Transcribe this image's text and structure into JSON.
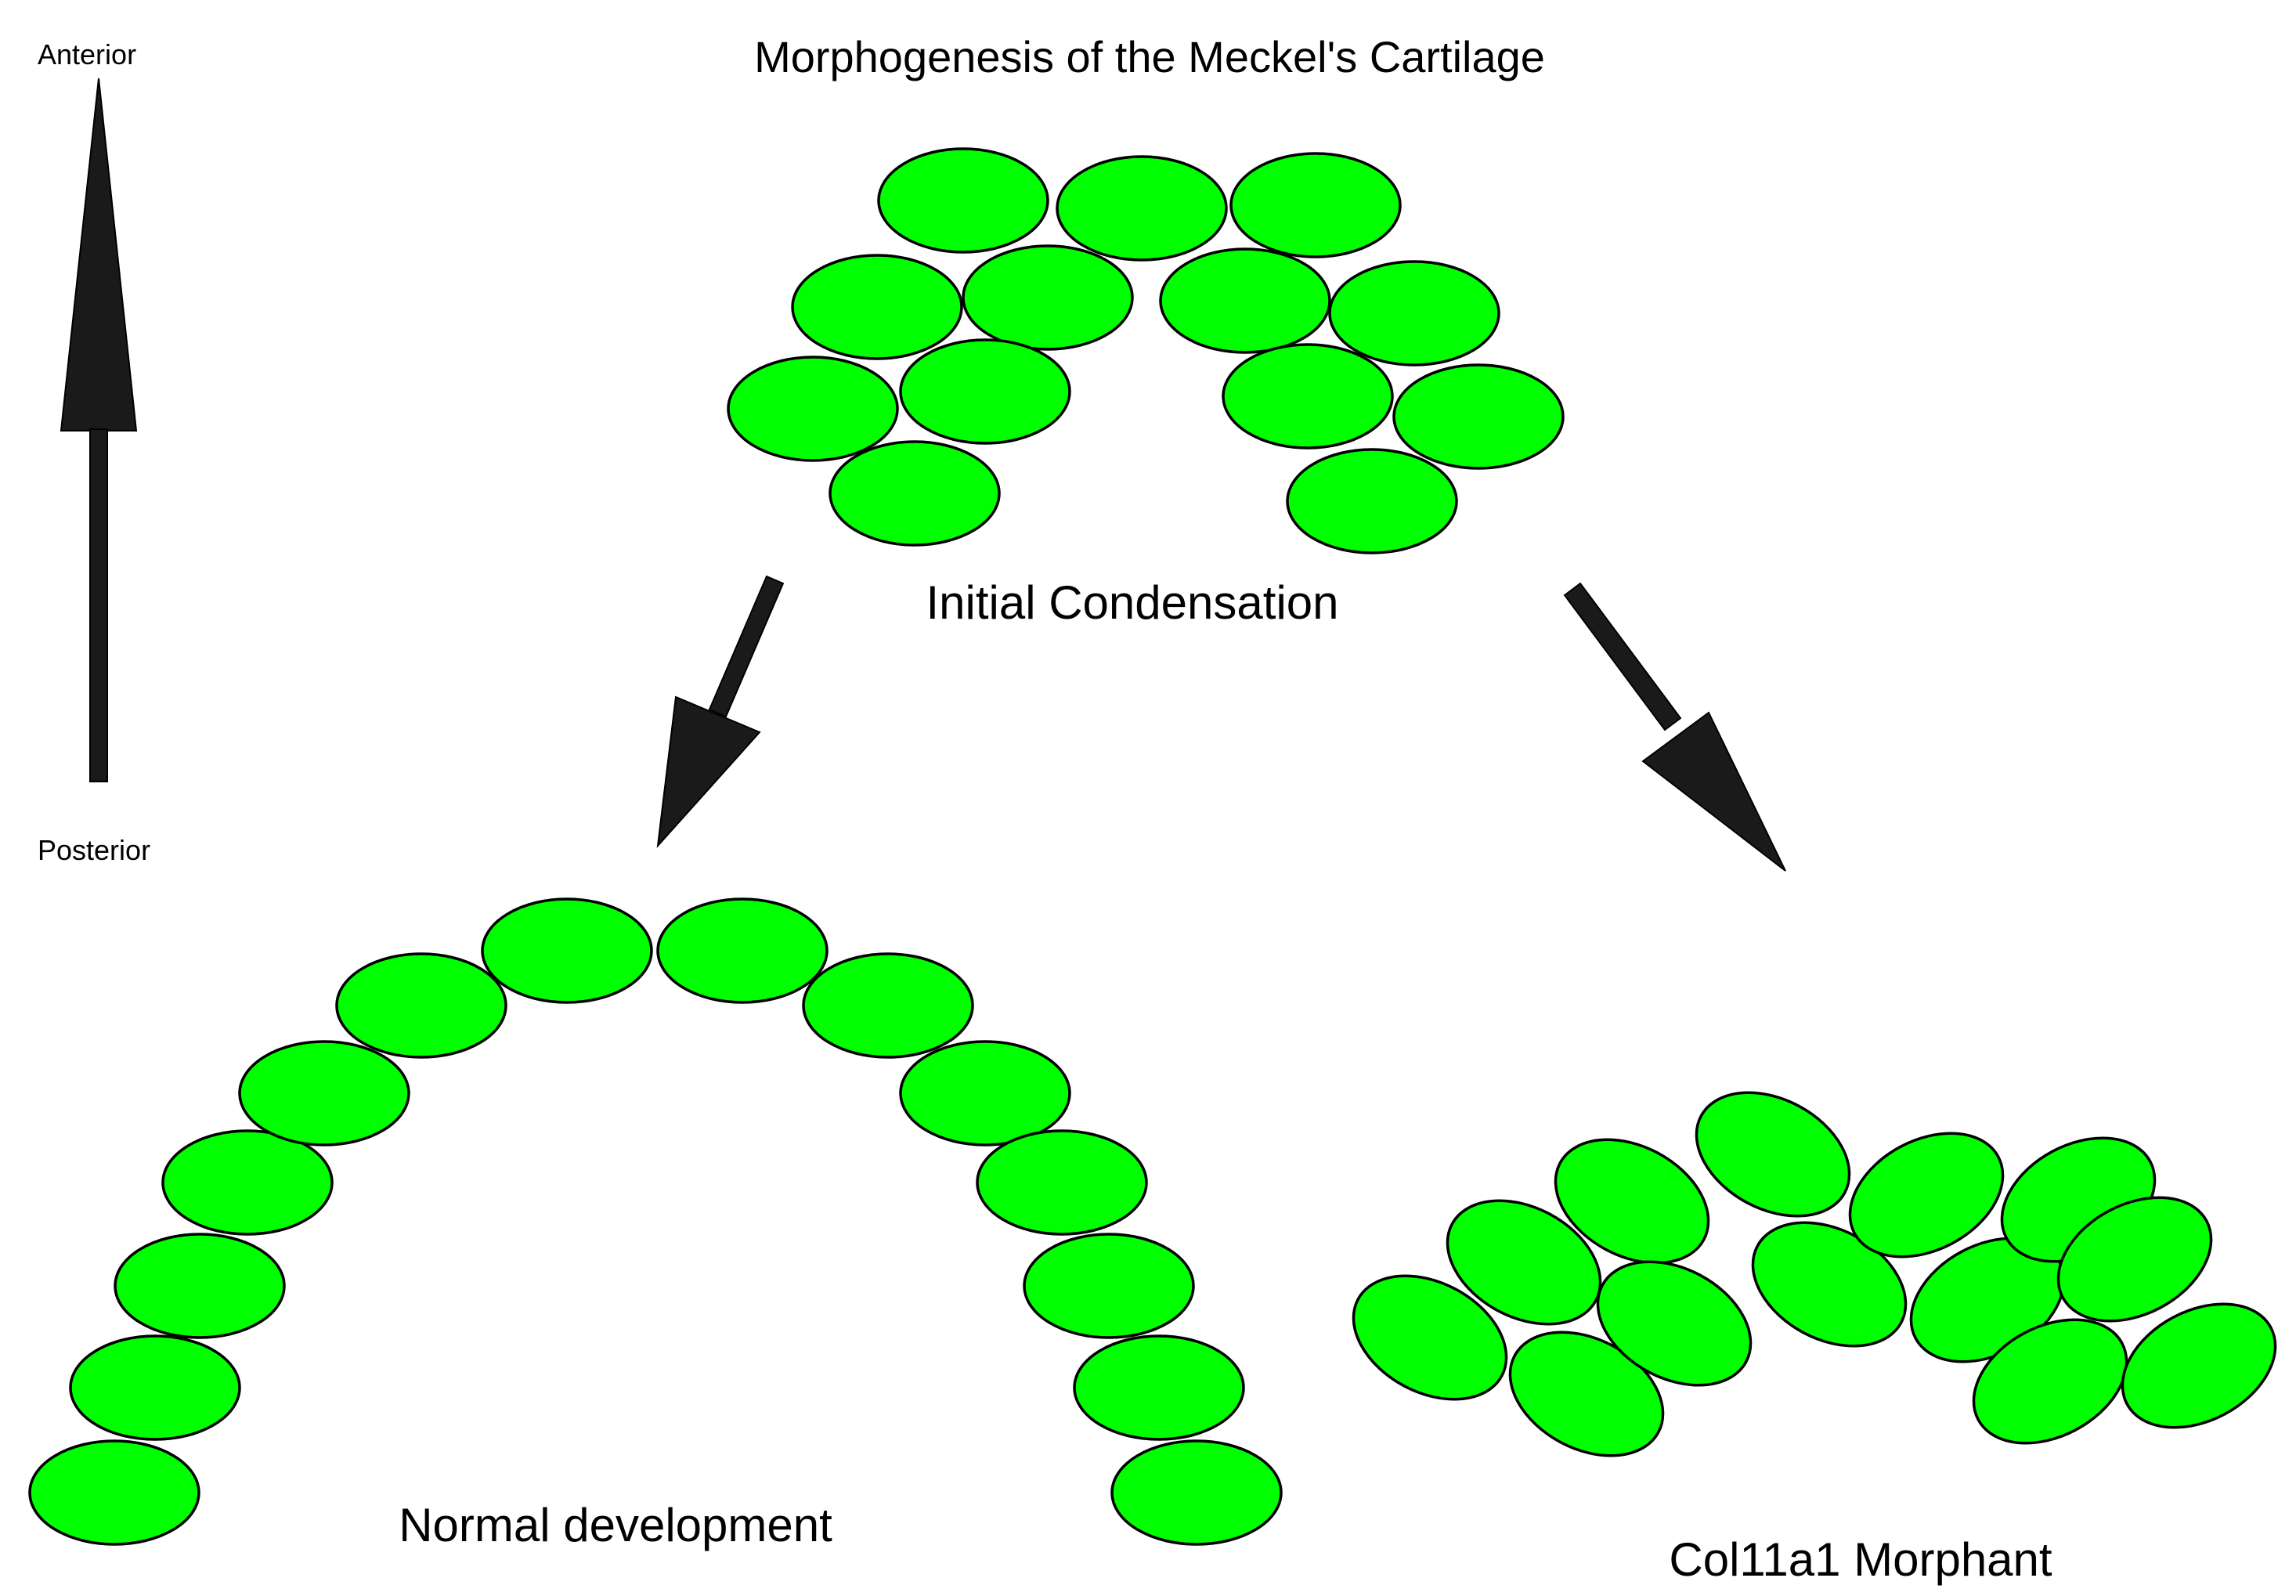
{
  "title": "Morphogenesis of the Meckel's Cartilage",
  "axis": {
    "top_label": "Anterior",
    "bottom_label": "Posterior"
  },
  "stages": {
    "initial": "Initial Condensation",
    "normal": "Normal development",
    "morphant": "Col11a1 Morphant"
  },
  "colors": {
    "cell_fill": "#00ff00",
    "cell_outline": "#000000",
    "arrow": "#1a1a1a"
  }
}
